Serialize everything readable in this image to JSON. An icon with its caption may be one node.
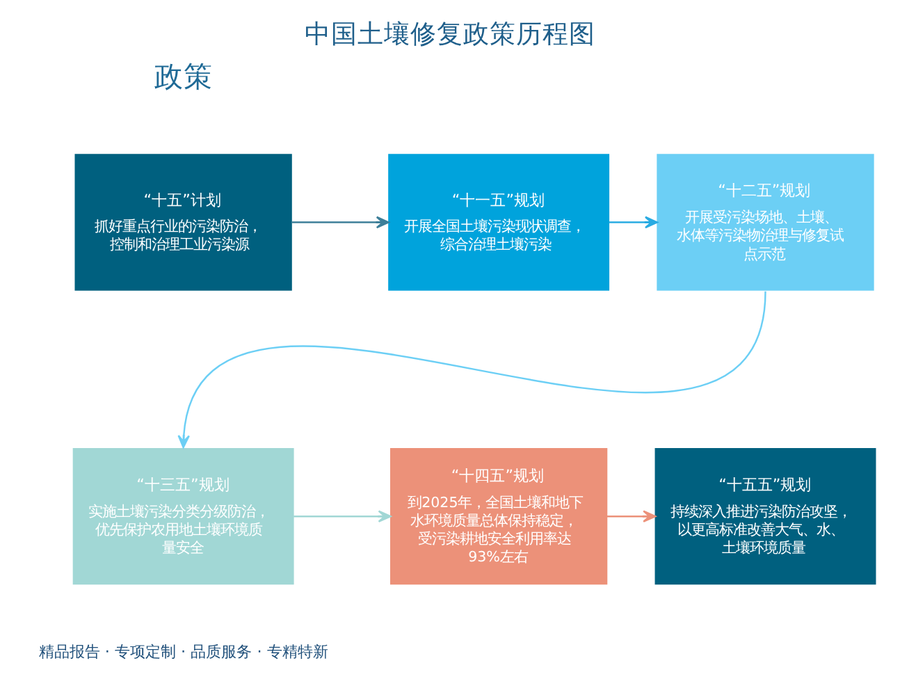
{
  "diagram": {
    "title": "中国土壤修复政策历程图",
    "nodes": [
      {
        "text": [
          "“十五”计划",
          "抓好重点行业的污染防治，控制和治理工业污染源"
        ]
      },
      {
        "text": [
          "“十一五”规划",
          "开展全国土壤污染现状调查，综合治理土壤污染"
        ]
      },
      {
        "text": [
          "“十二五”规划",
          "开展受污染场地、土壤、水体等污染物治理与修复试点示范"
        ]
      },
      {
        "text": [
          "“十三五”规划",
          "实施土壤污染分类分级防治，优先保护农用地土壤环境质量安全"
        ]
      },
      {
        "text": [
          "“十四五”规划",
          "到2025年，全国土壤和地下水环境质量总体保持稳定，受污染耕地安全利用率达93%左右"
        ]
      },
      {
        "text": [
          "“十五五”规划",
          "持续深入推进污染防治攻坚，以更高标准改善大气、水、土壤环境质量"
        ]
      }
    ],
    "edges": [
      {
        "from": 0,
        "to": 1,
        "arrow": "to",
        "color": "#3d7f99"
      },
      {
        "from": 1,
        "to": 2,
        "arrow": "to",
        "color": "#29abe2"
      },
      {
        "from": 2,
        "to": 3,
        "arrow": "to",
        "color": "#6ccff5"
      },
      {
        "from": 3,
        "to": 4,
        "arrow": "to",
        "color": "#a1d7d5"
      },
      {
        "from": 4,
        "to": 5,
        "arrow": "to",
        "color": "#ec9179"
      }
    ],
    "labels": [
      "政策",
      "精品报告 · 专项定制 · 品质服务 · 专精特新"
    ]
  }
}
